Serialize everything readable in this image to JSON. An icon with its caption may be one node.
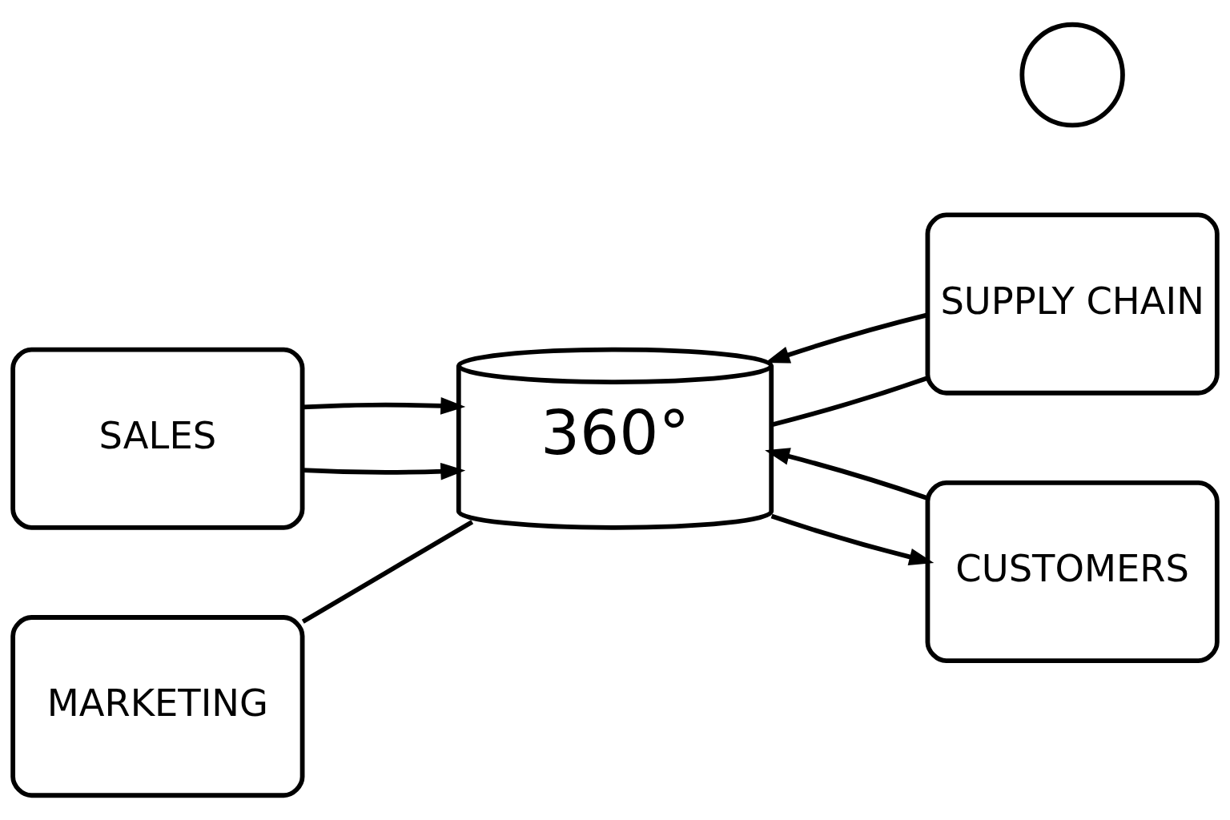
{
  "diagram": {
    "nodes": [
      {
        "text": [
          "SALES"
        ]
      },
      {
        "text": [
          "SUPPLY CHAIN"
        ]
      },
      {
        "text": [
          "360°"
        ]
      },
      {
        "text": [
          "MARKETING"
        ]
      },
      {
        "text": [],
        "shape": "person"
      },
      {
        "text": [
          "CUSTOMERS"
        ]
      }
    ],
    "edges": [
      {
        "from": 0,
        "to": 2,
        "arrow": "to"
      },
      {
        "from": 2,
        "to": 1,
        "arrow": "none"
      },
      {
        "from": 0,
        "to": 2,
        "arrow": "to"
      },
      {
        "from": 1,
        "to": 2,
        "arrow": "to"
      },
      {
        "from": 2,
        "to": 5,
        "arrow": "to"
      },
      {
        "from": 3,
        "to": 2,
        "arrow": "none"
      },
      {
        "from": 5,
        "to": 2,
        "arrow": "to"
      }
    ]
  }
}
